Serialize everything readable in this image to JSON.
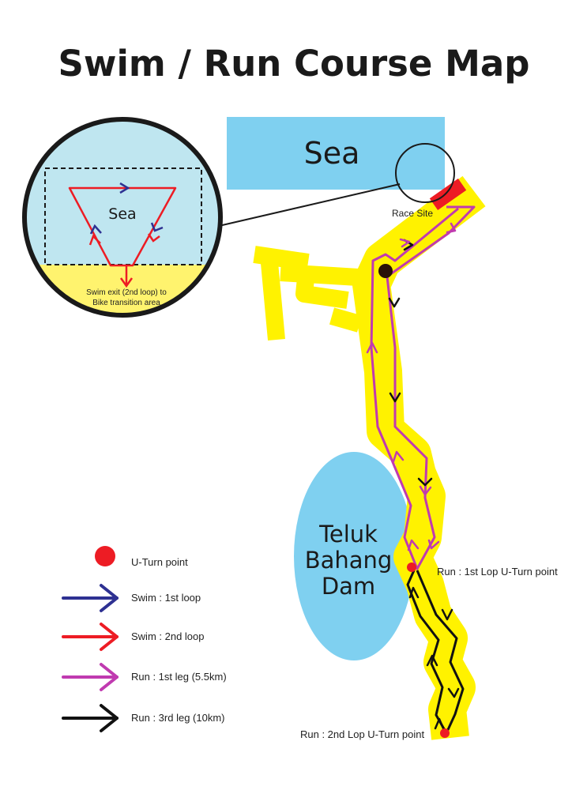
{
  "title": "Swim / Run Course Map",
  "sea_label": "Sea",
  "inset": {
    "sea_label": "Sea",
    "exit_line1": "Swim exit (2nd loop) to",
    "exit_line2": "Bike transition area"
  },
  "race_site_label": "Race Site",
  "dam_label": [
    "Teluk",
    "Bahang",
    "Dam"
  ],
  "uturn_labels": {
    "first_lop": "Run : 1st Lop U-Turn point",
    "second_lop": "Run : 2nd Lop U-Turn point"
  },
  "legend": {
    "uturn": "U-Turn point",
    "swim_1st": "Swim : 1st loop",
    "swim_2nd": "Swim : 2nd loop",
    "run_1st": "Run : 1st leg (5.5km)",
    "run_3rd": "Run : 3rd leg (10km)"
  },
  "colors": {
    "road": "#fff200",
    "water": "#7fd0f0",
    "inset_water": "#bfe6f0",
    "swim_1st": "#2e3192",
    "swim_2nd": "#ed1c24",
    "run_1st": "#c03ab0",
    "run_3rd": "#111111",
    "uturn": "#ed1c24",
    "race_site": "#ed1c24"
  }
}
